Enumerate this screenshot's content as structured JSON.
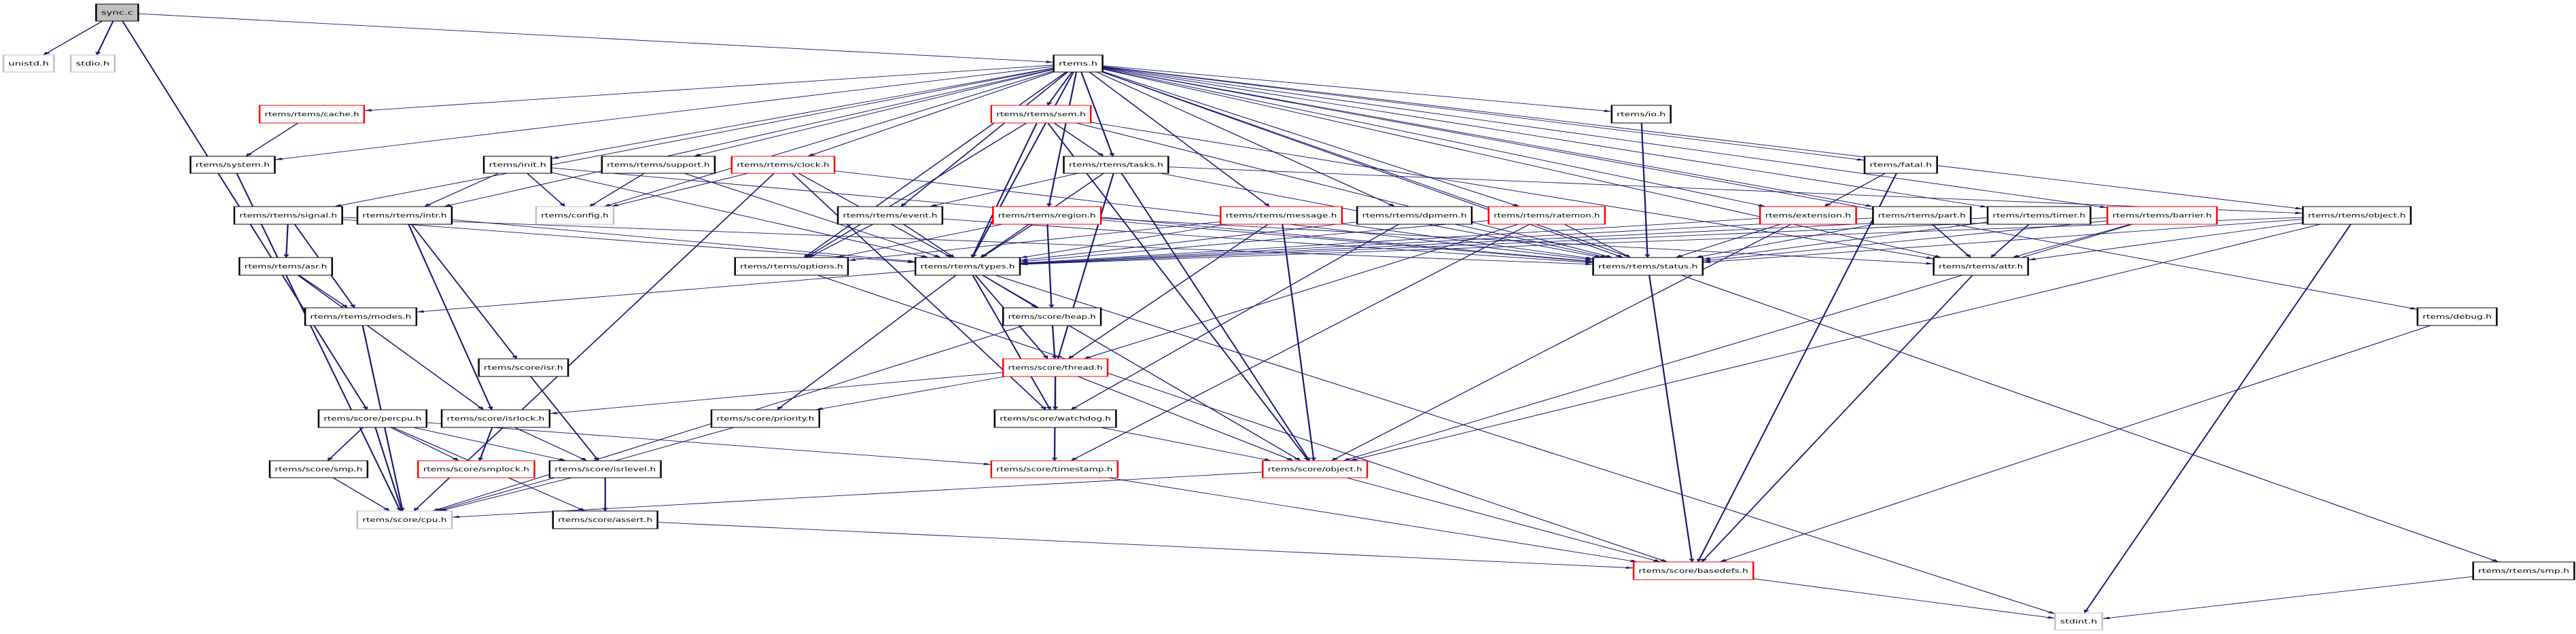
{
  "colors": {
    "edge": "#191970",
    "root_fill": "#bfbfbf",
    "normal_border": "#000000",
    "missing_border": "#ff0000",
    "external_border": "#bfbfbf"
  },
  "nodes": [
    {
      "id": "sync",
      "label": "sync.c",
      "style": "root"
    },
    {
      "id": "unistd",
      "label": "unistd.h",
      "style": "external"
    },
    {
      "id": "stdio",
      "label": "stdio.h",
      "style": "external"
    },
    {
      "id": "rtems",
      "label": "rtems.h",
      "style": "normal"
    },
    {
      "id": "cache",
      "label": "rtems/rtems/cache.h",
      "style": "red"
    },
    {
      "id": "sem",
      "label": "rtems/rtems/sem.h",
      "style": "red"
    },
    {
      "id": "io",
      "label": "rtems/io.h",
      "style": "normal"
    },
    {
      "id": "system",
      "label": "rtems/system.h",
      "style": "normal"
    },
    {
      "id": "init",
      "label": "rtems/init.h",
      "style": "normal"
    },
    {
      "id": "support",
      "label": "rtems/rtems/support.h",
      "style": "normal"
    },
    {
      "id": "clock",
      "label": "rtems/rtems/clock.h",
      "style": "red"
    },
    {
      "id": "tasks",
      "label": "rtems/rtems/tasks.h",
      "style": "normal"
    },
    {
      "id": "fatal",
      "label": "rtems/fatal.h",
      "style": "normal"
    },
    {
      "id": "signal",
      "label": "rtems/rtems/signal.h",
      "style": "normal"
    },
    {
      "id": "intr",
      "label": "rtems/rtems/intr.h",
      "style": "normal"
    },
    {
      "id": "config",
      "label": "rtems/config.h",
      "style": "external"
    },
    {
      "id": "event",
      "label": "rtems/rtems/event.h",
      "style": "normal"
    },
    {
      "id": "region",
      "label": "rtems/rtems/region.h",
      "style": "red"
    },
    {
      "id": "message",
      "label": "rtems/rtems/message.h",
      "style": "red"
    },
    {
      "id": "dpmem",
      "label": "rtems/rtems/dpmem.h",
      "style": "normal"
    },
    {
      "id": "ratemon",
      "label": "rtems/rtems/ratemon.h",
      "style": "red"
    },
    {
      "id": "extension",
      "label": "rtems/extension.h",
      "style": "red"
    },
    {
      "id": "part",
      "label": "rtems/rtems/part.h",
      "style": "normal"
    },
    {
      "id": "timer",
      "label": "rtems/rtems/timer.h",
      "style": "normal"
    },
    {
      "id": "barrier",
      "label": "rtems/rtems/barrier.h",
      "style": "red"
    },
    {
      "id": "object_r",
      "label": "rtems/rtems/object.h",
      "style": "normal"
    },
    {
      "id": "asr",
      "label": "rtems/rtems/asr.h",
      "style": "normal"
    },
    {
      "id": "options",
      "label": "rtems/rtems/options.h",
      "style": "normal"
    },
    {
      "id": "types",
      "label": "rtems/rtems/types.h",
      "style": "normal"
    },
    {
      "id": "status",
      "label": "rtems/rtems/status.h",
      "style": "normal"
    },
    {
      "id": "attr",
      "label": "rtems/rtems/attr.h",
      "style": "normal"
    },
    {
      "id": "modes",
      "label": "rtems/rtems/modes.h",
      "style": "normal"
    },
    {
      "id": "heap",
      "label": "rtems/score/heap.h",
      "style": "normal"
    },
    {
      "id": "debug",
      "label": "rtems/debug.h",
      "style": "normal"
    },
    {
      "id": "isr",
      "label": "rtems/score/isr.h",
      "style": "normal"
    },
    {
      "id": "thread",
      "label": "rtems/score/thread.h",
      "style": "red"
    },
    {
      "id": "percpu",
      "label": "rtems/score/percpu.h",
      "style": "normal"
    },
    {
      "id": "isrlock",
      "label": "rtems/score/isrlock.h",
      "style": "normal"
    },
    {
      "id": "priority",
      "label": "rtems/score/priority.h",
      "style": "normal"
    },
    {
      "id": "watchdog",
      "label": "rtems/score/watchdog.h",
      "style": "normal"
    },
    {
      "id": "smp_s",
      "label": "rtems/score/smp.h",
      "style": "normal"
    },
    {
      "id": "smplock",
      "label": "rtems/score/smplock.h",
      "style": "red"
    },
    {
      "id": "isrlevel",
      "label": "rtems/score/isrlevel.h",
      "style": "normal"
    },
    {
      "id": "timestamp",
      "label": "rtems/score/timestamp.h",
      "style": "red"
    },
    {
      "id": "object_s",
      "label": "rtems/score/object.h",
      "style": "red"
    },
    {
      "id": "cpu",
      "label": "rtems/score/cpu.h",
      "style": "external"
    },
    {
      "id": "assert",
      "label": "rtems/score/assert.h",
      "style": "normal"
    },
    {
      "id": "basedefs",
      "label": "rtems/score/basedefs.h",
      "style": "red"
    },
    {
      "id": "smp_r",
      "label": "rtems/rtems/smp.h",
      "style": "normal"
    },
    {
      "id": "stdint",
      "label": "stdint.h",
      "style": "external"
    }
  ],
  "edges": [
    [
      "sync",
      "unistd"
    ],
    [
      "sync",
      "stdio"
    ],
    [
      "sync",
      "rtems"
    ],
    [
      "sync",
      "percpu"
    ],
    [
      "rtems",
      "system"
    ],
    [
      "rtems",
      "cache"
    ],
    [
      "rtems",
      "signal"
    ],
    [
      "rtems",
      "intr"
    ],
    [
      "rtems",
      "init"
    ],
    [
      "rtems",
      "config"
    ],
    [
      "rtems",
      "support"
    ],
    [
      "rtems",
      "clock"
    ],
    [
      "rtems",
      "options"
    ],
    [
      "rtems",
      "types"
    ],
    [
      "rtems",
      "event"
    ],
    [
      "rtems",
      "sem"
    ],
    [
      "rtems",
      "tasks"
    ],
    [
      "rtems",
      "region"
    ],
    [
      "rtems",
      "message"
    ],
    [
      "rtems",
      "dpmem"
    ],
    [
      "rtems",
      "ratemon"
    ],
    [
      "rtems",
      "io"
    ],
    [
      "rtems",
      "status"
    ],
    [
      "rtems",
      "extension"
    ],
    [
      "rtems",
      "fatal"
    ],
    [
      "rtems",
      "part"
    ],
    [
      "rtems",
      "timer"
    ],
    [
      "rtems",
      "barrier"
    ],
    [
      "rtems",
      "object_r"
    ],
    [
      "rtems",
      "attr"
    ],
    [
      "rtems",
      "debug"
    ],
    [
      "rtems",
      "smp_r"
    ],
    [
      "cache",
      "system"
    ],
    [
      "system",
      "cpu"
    ],
    [
      "init",
      "intr"
    ],
    [
      "init",
      "config"
    ],
    [
      "init",
      "types"
    ],
    [
      "init",
      "status"
    ],
    [
      "support",
      "config"
    ],
    [
      "support",
      "types"
    ],
    [
      "clock",
      "config"
    ],
    [
      "clock",
      "types"
    ],
    [
      "clock",
      "status"
    ],
    [
      "clock",
      "watchdog"
    ],
    [
      "clock",
      "cpu"
    ],
    [
      "signal",
      "asr"
    ],
    [
      "signal",
      "modes"
    ],
    [
      "signal",
      "types"
    ],
    [
      "signal",
      "status"
    ],
    [
      "intr",
      "isrlock"
    ],
    [
      "intr",
      "isr"
    ],
    [
      "intr",
      "types"
    ],
    [
      "asr",
      "modes"
    ],
    [
      "asr",
      "isrlock"
    ],
    [
      "modes",
      "cpu"
    ],
    [
      "isr",
      "isrlevel"
    ],
    [
      "percpu",
      "smp_s"
    ],
    [
      "percpu",
      "smplock"
    ],
    [
      "percpu",
      "isrlevel"
    ],
    [
      "percpu",
      "cpu"
    ],
    [
      "percpu",
      "assert"
    ],
    [
      "percpu",
      "timestamp"
    ],
    [
      "isrlock",
      "smplock"
    ],
    [
      "isrlock",
      "isrlevel"
    ],
    [
      "isrlevel",
      "cpu"
    ],
    [
      "isrlevel",
      "assert"
    ],
    [
      "smp_s",
      "cpu"
    ],
    [
      "priority",
      "cpu"
    ],
    [
      "assert",
      "basedefs"
    ],
    [
      "sem",
      "tasks"
    ],
    [
      "sem",
      "types"
    ],
    [
      "sem",
      "options"
    ],
    [
      "sem",
      "status"
    ],
    [
      "sem",
      "object_s"
    ],
    [
      "sem",
      "attr"
    ],
    [
      "tasks",
      "event"
    ],
    [
      "tasks",
      "types"
    ],
    [
      "tasks",
      "status"
    ],
    [
      "tasks",
      "thread"
    ],
    [
      "tasks",
      "object_s"
    ],
    [
      "tasks",
      "object_r"
    ],
    [
      "event",
      "types"
    ],
    [
      "event",
      "options"
    ],
    [
      "event",
      "status"
    ],
    [
      "region",
      "types"
    ],
    [
      "region",
      "heap"
    ],
    [
      "region",
      "options"
    ],
    [
      "region",
      "status"
    ],
    [
      "region",
      "attr"
    ],
    [
      "message",
      "types"
    ],
    [
      "message",
      "options"
    ],
    [
      "message",
      "status"
    ],
    [
      "message",
      "object_s"
    ],
    [
      "message",
      "thread"
    ],
    [
      "dpmem",
      "types"
    ],
    [
      "dpmem",
      "status"
    ],
    [
      "dpmem",
      "watchdog"
    ],
    [
      "ratemon",
      "types"
    ],
    [
      "ratemon",
      "status"
    ],
    [
      "ratemon",
      "timestamp"
    ],
    [
      "ratemon",
      "thread"
    ],
    [
      "types",
      "heap"
    ],
    [
      "types",
      "thread"
    ],
    [
      "types",
      "watchdog"
    ],
    [
      "types",
      "priority"
    ],
    [
      "types",
      "object_s"
    ],
    [
      "types",
      "modes"
    ],
    [
      "types",
      "stdint"
    ],
    [
      "heap",
      "thread"
    ],
    [
      "heap",
      "cpu"
    ],
    [
      "thread",
      "watchdog"
    ],
    [
      "thread",
      "timestamp"
    ],
    [
      "thread",
      "object_s"
    ],
    [
      "thread",
      "priority"
    ],
    [
      "thread",
      "isrlock"
    ],
    [
      "watchdog",
      "object_s"
    ],
    [
      "timestamp",
      "basedefs"
    ],
    [
      "object_s",
      "basedefs"
    ],
    [
      "object_s",
      "cpu"
    ],
    [
      "status",
      "basedefs"
    ],
    [
      "attr",
      "basedefs"
    ],
    [
      "options",
      "basedefs"
    ],
    [
      "io",
      "status"
    ],
    [
      "fatal",
      "extension"
    ],
    [
      "fatal",
      "basedefs"
    ],
    [
      "extension",
      "types"
    ],
    [
      "extension",
      "status"
    ],
    [
      "extension",
      "object_s"
    ],
    [
      "part",
      "types"
    ],
    [
      "part",
      "status"
    ],
    [
      "part",
      "attr"
    ],
    [
      "timer",
      "types"
    ],
    [
      "timer",
      "status"
    ],
    [
      "timer",
      "attr"
    ],
    [
      "barrier",
      "types"
    ],
    [
      "barrier",
      "status"
    ],
    [
      "barrier",
      "attr"
    ],
    [
      "barrier",
      "object_s"
    ],
    [
      "object_r",
      "types"
    ],
    [
      "object_r",
      "status"
    ],
    [
      "object_r",
      "attr"
    ],
    [
      "object_r",
      "object_s"
    ],
    [
      "object_r",
      "stdint"
    ],
    [
      "debug",
      "basedefs"
    ],
    [
      "smp_r",
      "stdint"
    ],
    [
      "basedefs",
      "stdint"
    ]
  ]
}
